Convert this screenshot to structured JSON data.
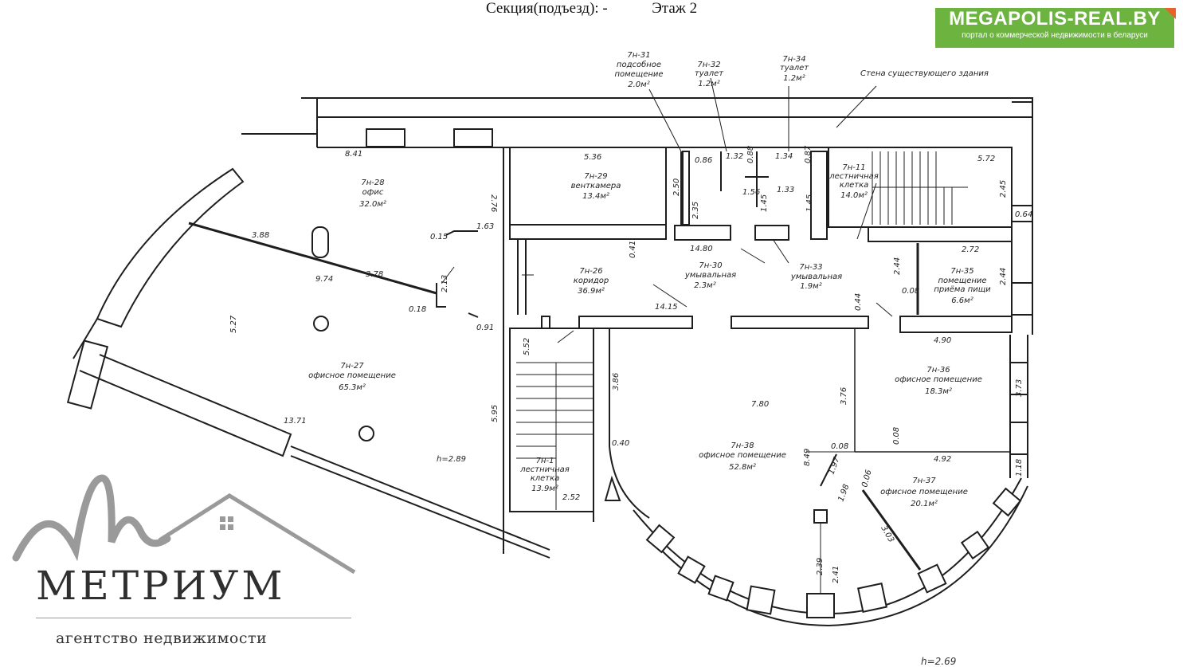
{
  "header": {
    "section": "Секция(подъезд): -",
    "floor": "Этаж  2"
  },
  "badge": {
    "title": "MEGAPOLIS-REAL.BY",
    "subtitle": "портал о коммерческой недвижимости в беларуси",
    "color": "#6cb33f",
    "accent": "#e9602b"
  },
  "logo": {
    "name": "МЕТРИУМ",
    "tagline": "агентство недвижимости"
  },
  "plan": {
    "existing_wall_label": "Стена существующего здания",
    "ceiling_height": "h=2.89",
    "footer_height": "h=2.69",
    "rooms": {
      "r28": {
        "code": "7н-28",
        "name": "офис",
        "area": "32.0м²"
      },
      "r27": {
        "code": "7н-27",
        "name": "офисное помещение",
        "area": "65.3м²"
      },
      "r29": {
        "code": "7н-29",
        "name": "венткамера",
        "area": "13.4м²"
      },
      "r31": {
        "code": "7н-31",
        "name1": "подсобное",
        "name2": "помещение",
        "area": "2.0м²"
      },
      "r32": {
        "code": "7н-32",
        "name": "туалет",
        "area": "1.2м²"
      },
      "r34": {
        "code": "7н-34",
        "name": "туалет",
        "area": "1.2м²"
      },
      "r11": {
        "code": "7н-11",
        "name1": "лестничная",
        "name2": "клетка",
        "area": "14.0м²"
      },
      "r26": {
        "code": "7н-26",
        "name": "коридор",
        "area": "36.9м²"
      },
      "r30": {
        "code": "7н-30",
        "name": "умывальная",
        "area": "2.3м²"
      },
      "r33": {
        "code": "7н-33",
        "name": "умывальная",
        "area": "1.9м²"
      },
      "r35": {
        "code": "7н-35",
        "name1": "помещение",
        "name2": "приёма пищи",
        "area": "6.6м²"
      },
      "r36": {
        "code": "7н-36",
        "name": "офисное помещение",
        "area": "18.3м²"
      },
      "r38": {
        "code": "7н-38",
        "name": "офисное помещение",
        "area": "52.8м²"
      },
      "r37": {
        "code": "7н-37",
        "name": "офисное помещение",
        "area": "20.1м²"
      },
      "r1": {
        "code": "7н-1",
        "name1": "лестничная",
        "name2": "клетка",
        "area": "13.9м²"
      }
    },
    "dims": {
      "d841": "8.41",
      "d276": "2.76",
      "d388": "3.88",
      "d163": "1.63",
      "d015": "0.15",
      "d974": "9.74",
      "d378": "3.78",
      "d213": "2.13",
      "d018": "0.18",
      "d091": "0.91",
      "d527": "5.27",
      "d1371": "13.71",
      "d536": "5.36",
      "d250": "2.50",
      "d086": "0.86",
      "d132": "1.32",
      "d088": "0.88",
      "d134": "1.34",
      "d087": "0.87",
      "d572": "5.72",
      "d245": "2.45",
      "d064": "0.64",
      "d235": "2.35",
      "d156": "1.56",
      "d133": "1.33",
      "d145a": "1.45",
      "d145b": "1.45",
      "d1480": "14.80",
      "d041": "0.41",
      "d272": "2.72",
      "d244a": "2.44",
      "d244b": "2.44",
      "d008a": "0.08",
      "d1415": "14.15",
      "d044": "0.44",
      "d552": "5.52",
      "d490": "4.90",
      "d780": "7.80",
      "d376": "3.76",
      "d373": "3.73",
      "d386": "3.86",
      "d595": "5.95",
      "d040": "0.40",
      "d008b": "0.08",
      "d008c": "0.08",
      "d492": "4.92",
      "d849": "8.49",
      "d197": "1.97",
      "d198": "1.98",
      "d006": "0.06",
      "d118": "1.18",
      "d252": "2.52",
      "d303": "3.03",
      "d239": "2.39",
      "d241": "2.41"
    }
  }
}
